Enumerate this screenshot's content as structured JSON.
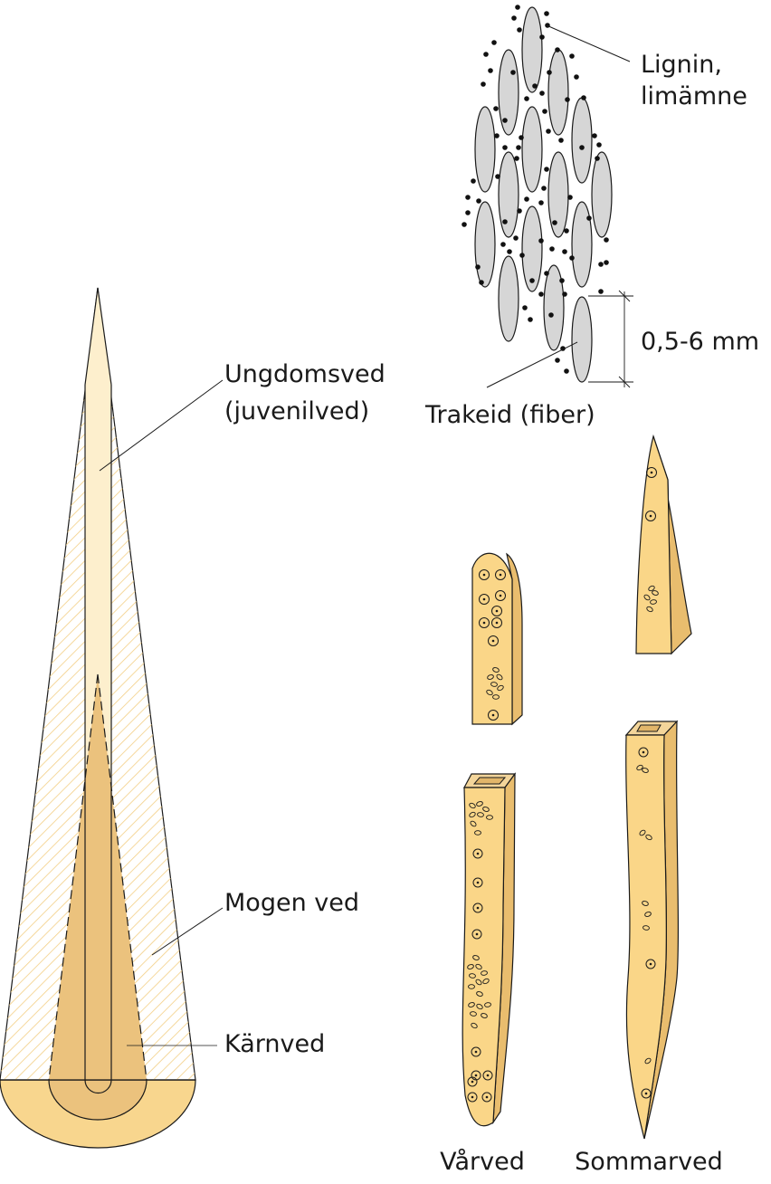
{
  "labels": {
    "lignin_line1": "Lignin,",
    "lignin_line2": "limämne",
    "measure": "0,5-6 mm",
    "tracheid": "Trakeid (fiber)",
    "juvenile_line1": "Ungdomsved",
    "juvenile_line2": "(juvenilved)",
    "mature": "Mogen ved",
    "heartwood": "Kärnved",
    "springwood": "Vårved",
    "summerwood": "Sommarved"
  },
  "colors": {
    "juvenile_fill": "#fdefcd",
    "hatch": "#f6d99a",
    "sapwood_base": "#f8d68e",
    "heartwood_fill": "#ebc27d",
    "cell_fill": "#fad688",
    "cell_shade": "#e9bd6e",
    "fiber_fill": "#d6d6d6",
    "line": "#1a1a1a"
  }
}
